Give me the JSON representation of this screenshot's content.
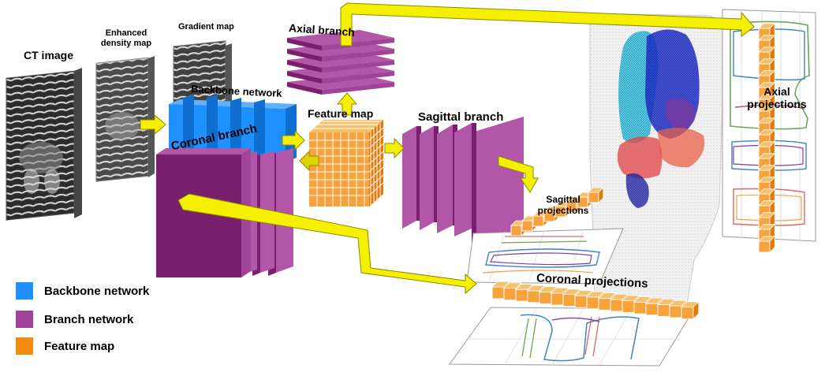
{
  "labels": {
    "ct_image": "CT image",
    "enhanced_density_map": "Enhanced density map",
    "gradient_map": "Gradient map",
    "backbone_network": "Backbone network",
    "coronal_branch": "Coronal branch",
    "feature_map": "Feature map",
    "axial_branch": "Axial branch",
    "sagittal_branch": "Sagittal branch",
    "sagittal_projections": "Sagittal projections",
    "axial_projections": "Axial projections",
    "coronal_projections": "Coronal projections"
  },
  "legend": [
    {
      "label": "Backbone network",
      "color": "#1e90ff"
    },
    {
      "label": "Branch network",
      "color": "#a0449a"
    },
    {
      "label": "Feature map",
      "color": "#f28c10"
    }
  ],
  "colors": {
    "branch_light": "#b256a8",
    "branch_dark": "#7a1f6e",
    "backbone": "#1e90ff",
    "feature": "#f7a23a",
    "feature_dark": "#e07a0c",
    "arrow": "#f4f000",
    "arrow_edge": "#8a8a00"
  }
}
